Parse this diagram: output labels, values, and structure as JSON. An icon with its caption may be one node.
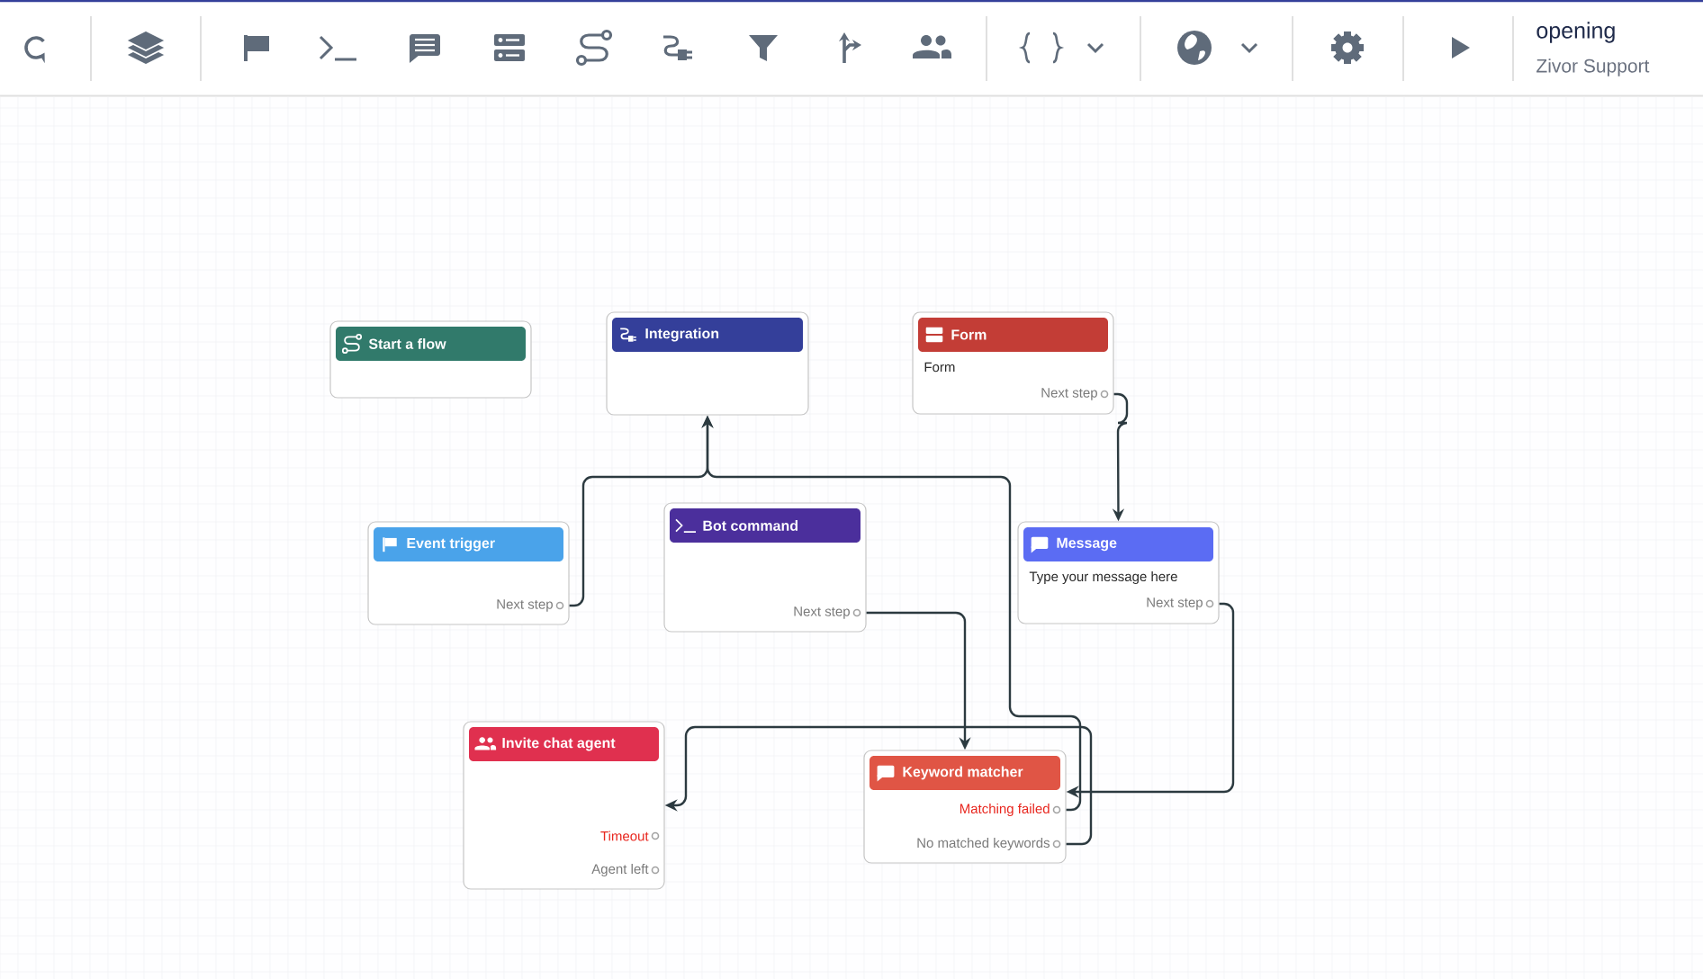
{
  "diagram": {
    "nodes": [
      {
        "text": [
          "Start a flow"
        ]
      },
      {
        "text": [
          "Integration"
        ]
      },
      {
        "text": [
          "Form",
          "Form",
          "Next step"
        ]
      },
      {
        "text": [
          "Event trigger",
          "Next step"
        ]
      },
      {
        "text": [
          "Bot command",
          "Next step"
        ]
      },
      {
        "text": [
          "Message",
          "Type your message here",
          "Next step"
        ]
      },
      {
        "text": [
          "Invite chat agent",
          "Timeout",
          "Agent left"
        ]
      },
      {
        "text": [
          "Keyword matcher",
          "Matching failed",
          "No matched keywords"
        ]
      }
    ],
    "edges": [
      {
        "from": 3,
        "to": 1,
        "arrow": "to"
      },
      {
        "from": 2,
        "to": 5,
        "arrow": "to"
      },
      {
        "from": 4,
        "to": 7,
        "arrow": "to"
      },
      {
        "from": 5,
        "to": 7,
        "arrow": "to"
      },
      {
        "from": 7,
        "to": 1,
        "arrow": "to"
      },
      {
        "from": 7,
        "to": 6,
        "arrow": "to"
      }
    ],
    "labels": [
      "opening",
      "Zivor Support"
    ]
  }
}
